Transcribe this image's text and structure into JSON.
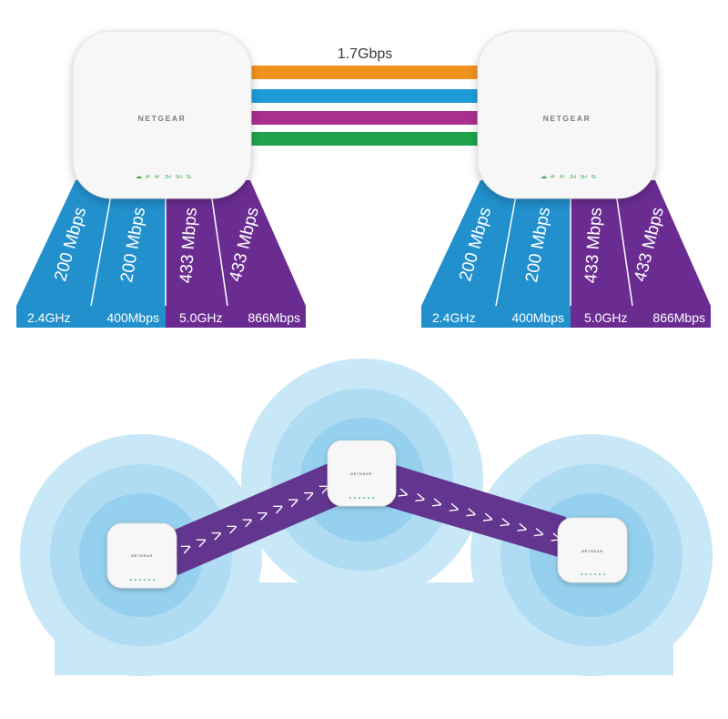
{
  "top": {
    "link_speed": "1.7Gbps",
    "link_colors": [
      "#f0921e",
      "#1e9bd7",
      "#a8308f",
      "#1ea34a"
    ],
    "ap_brand": "NETGEAR",
    "ap_status": [
      "☁",
      "A¹",
      "A²",
      "2H",
      "5H",
      "5L"
    ],
    "streams": [
      {
        "label": "200 Mbps",
        "color": "#2290cc"
      },
      {
        "label": "200 Mbps",
        "color": "#2290cc"
      },
      {
        "label": "433 Mbps",
        "color": "#6a2c91"
      },
      {
        "label": "433 Mbps",
        "color": "#6a2c91"
      }
    ],
    "bands": [
      {
        "band": "2.4GHz",
        "rate": "400Mbps",
        "color": "#2290cc"
      },
      {
        "band": "5.0GHz",
        "rate": "866Mbps",
        "color": "#6a2c91"
      }
    ]
  },
  "bottom": {
    "ap_brand": "NETGEAR",
    "coverage_colors": [
      "#c9e8f7",
      "#afdcf2",
      "#95d0ee"
    ],
    "link_color": "#62358f",
    "arrow_glyph": ">"
  }
}
